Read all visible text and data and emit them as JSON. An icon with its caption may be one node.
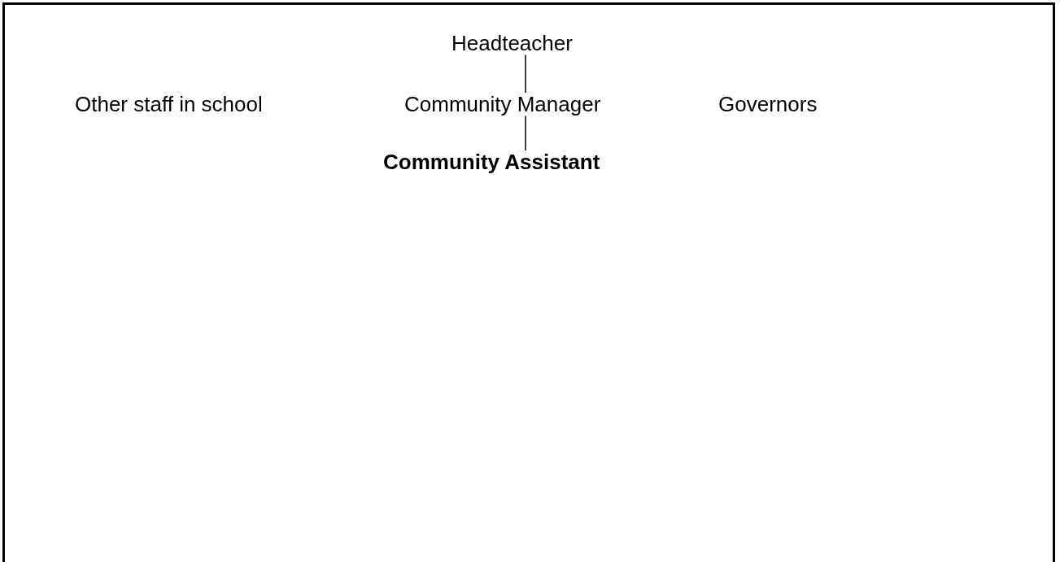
{
  "diagram": {
    "nodes": [
      {
        "text": [
          "Headteacher"
        ]
      },
      {
        "text": [
          "Other staff in school"
        ]
      },
      {
        "text": [
          "Community Manager"
        ]
      },
      {
        "text": [
          "Governors"
        ]
      },
      {
        "text": [
          "Community Assistant"
        ]
      }
    ],
    "edges": [
      {
        "from": 0,
        "to": 2,
        "arrow": "none"
      },
      {
        "from": 2,
        "to": 4,
        "arrow": "none"
      }
    ]
  }
}
